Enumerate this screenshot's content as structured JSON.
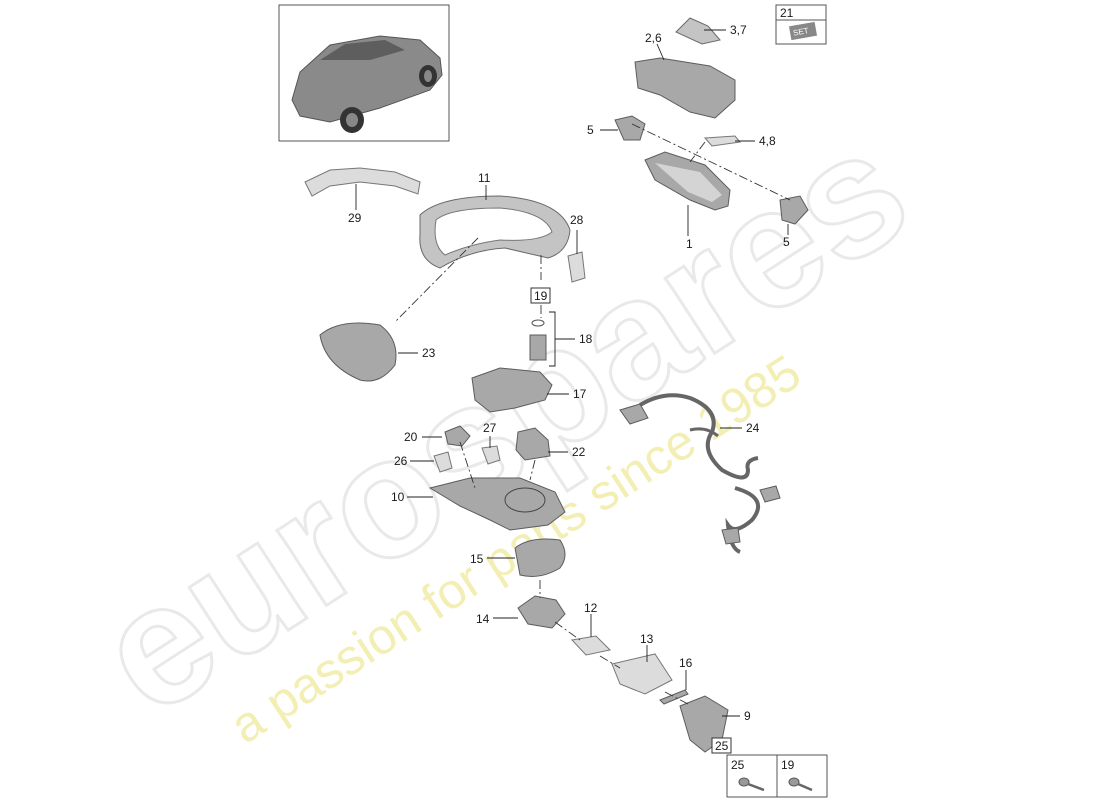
{
  "watermark": {
    "brand": "eurospares",
    "tagline": "a passion for parts since 1985"
  },
  "inset_box": {
    "label": "21",
    "kit_text": "SET"
  },
  "boxed_callouts": {
    "b19": "19",
    "b25": "25"
  },
  "legend": {
    "col1": {
      "label": "25"
    },
    "col2": {
      "label": "19"
    }
  },
  "callouts": {
    "c1": "1",
    "c2_6": "2,6",
    "c3_7": "3,7",
    "c4_8": "4,8",
    "c5a": "5",
    "c5b": "5",
    "c9": "9",
    "c10": "10",
    "c11": "11",
    "c12": "12",
    "c13": "13",
    "c14": "14",
    "c15": "15",
    "c16": "16",
    "c17": "17",
    "c18": "18",
    "c20": "20",
    "c22": "22",
    "c23": "23",
    "c24": "24",
    "c26": "26",
    "c27": "27",
    "c28": "28",
    "c29": "29"
  }
}
